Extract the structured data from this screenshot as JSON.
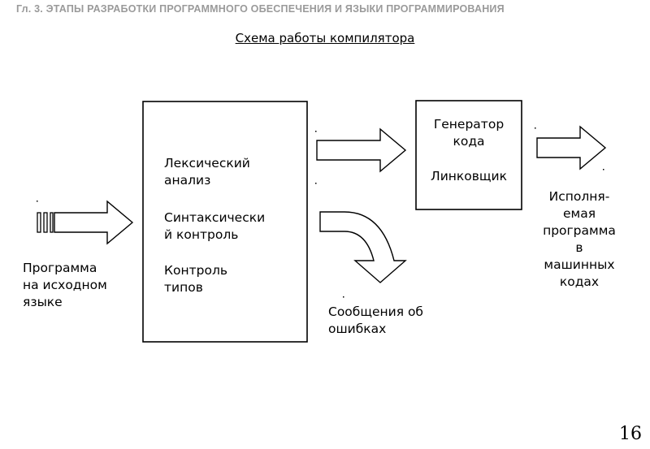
{
  "header": {
    "chapter": "Гл. 3. ЭТАПЫ РАЗРАБОТКИ ПРОГРАММНОГО ОБЕСПЕЧЕНИЯ И ЯЗЫКИ ПРОГРАММИРОВАНИЯ"
  },
  "title": "Схема работы компилятора",
  "source": {
    "label": "Программа\nна исходном\nязыке"
  },
  "analysis_box": {
    "lexical": "Лексический\nанализ",
    "syntax": "Синтаксически\nй контроль",
    "types": "Контроль\nтипов"
  },
  "generator_box": {
    "codegen": "Генератор\nкода",
    "linker": "Линковщик"
  },
  "errors": {
    "label": "Сообщения об\nошибках"
  },
  "output": {
    "label": "Исполня-\nемая\nпрограмма\nв\nмашинных\nкодах"
  },
  "page_number": "16",
  "colors": {
    "header": "#9a9a9a",
    "lines": "#000000",
    "background": "#ffffff"
  }
}
